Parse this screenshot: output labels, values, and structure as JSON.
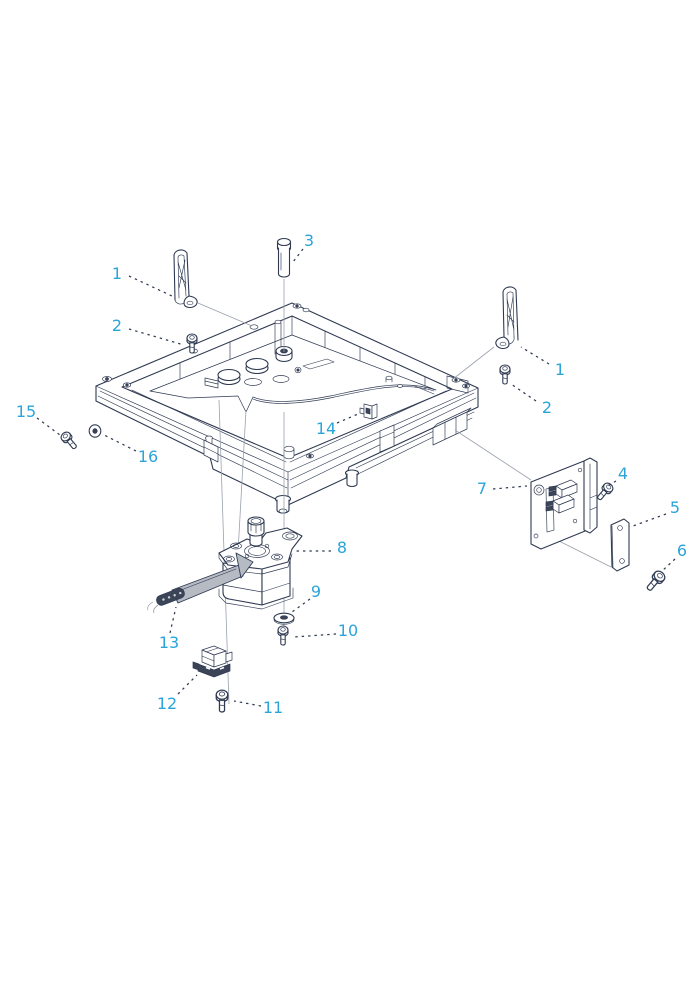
{
  "diagram": {
    "type": "exploded-parts-diagram",
    "background": "#ffffff",
    "colors": {
      "line": "#2f3a52",
      "label": "#2aa4da",
      "construction_line": "#9aa1ae",
      "dark_fill": "#3c4457",
      "cable_fill": "#b6bac3"
    },
    "callouts": [
      {
        "label": "1"
      },
      {
        "label": "2"
      },
      {
        "label": "3"
      },
      {
        "label": "1"
      },
      {
        "label": "2"
      },
      {
        "label": "4"
      },
      {
        "label": "5"
      },
      {
        "label": "6"
      },
      {
        "label": "7"
      },
      {
        "label": "8"
      },
      {
        "label": "9"
      },
      {
        "label": "10"
      },
      {
        "label": "11"
      },
      {
        "label": "12"
      },
      {
        "label": "13"
      },
      {
        "label": "14"
      },
      {
        "label": "15"
      },
      {
        "label": "16"
      }
    ]
  }
}
